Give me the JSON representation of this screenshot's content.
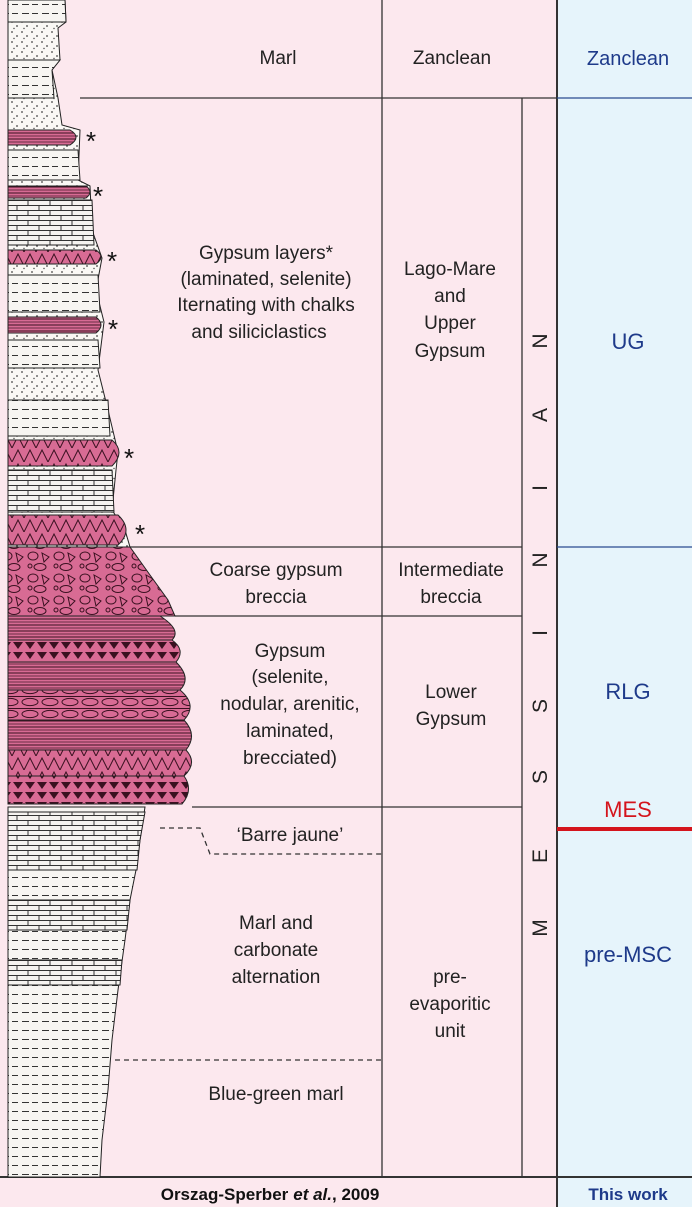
{
  "lithology": {
    "marl": "Marl",
    "gypsum_layers": [
      "Gypsum layers*",
      "(laminated, selenite)",
      "Iternating with chalks",
      "and siliciclastics"
    ],
    "coarse_breccia": [
      "Coarse gypsum",
      "breccia"
    ],
    "gypsum": [
      "Gypsum",
      "(selenite,",
      "nodular, arenitic,",
      "laminated,",
      "brecciated)"
    ],
    "barre_jaune": "‘Barre jaune’",
    "marl_carbonate": [
      "Marl and",
      "carbonate",
      "alternation"
    ],
    "blue_green": "Blue-green marl"
  },
  "units": {
    "zanclean": "Zanclean",
    "lago_mare": [
      "Lago-Mare",
      "and",
      "Upper",
      "Gypsum"
    ],
    "intermediate": [
      "Intermediate",
      "breccia"
    ],
    "lower_gypsum": [
      "Lower",
      "Gypsum"
    ],
    "pre_evaporitic": [
      "pre-",
      "evaporitic",
      "unit"
    ]
  },
  "stage": {
    "letters": [
      "N",
      "A",
      "I",
      "N",
      "I",
      "S",
      "S",
      "E",
      "M"
    ]
  },
  "this_work": {
    "zanclean": "Zanclean",
    "ug": "UG",
    "rlg": "RLG",
    "mes": "MES",
    "pre_msc": "pre-MSC"
  },
  "footer": {
    "authors": "Orszag-Sperber",
    "et_al": "et al.",
    "year": ", 2009",
    "this_work": "This work"
  },
  "marker": "*",
  "colors": {
    "pink_bg": "#fce8ee",
    "blue_bg": "#e6f4fb",
    "gypsum": "#d86b94",
    "mes_line": "#d4141c",
    "label_blue": "#1e3a8a"
  }
}
